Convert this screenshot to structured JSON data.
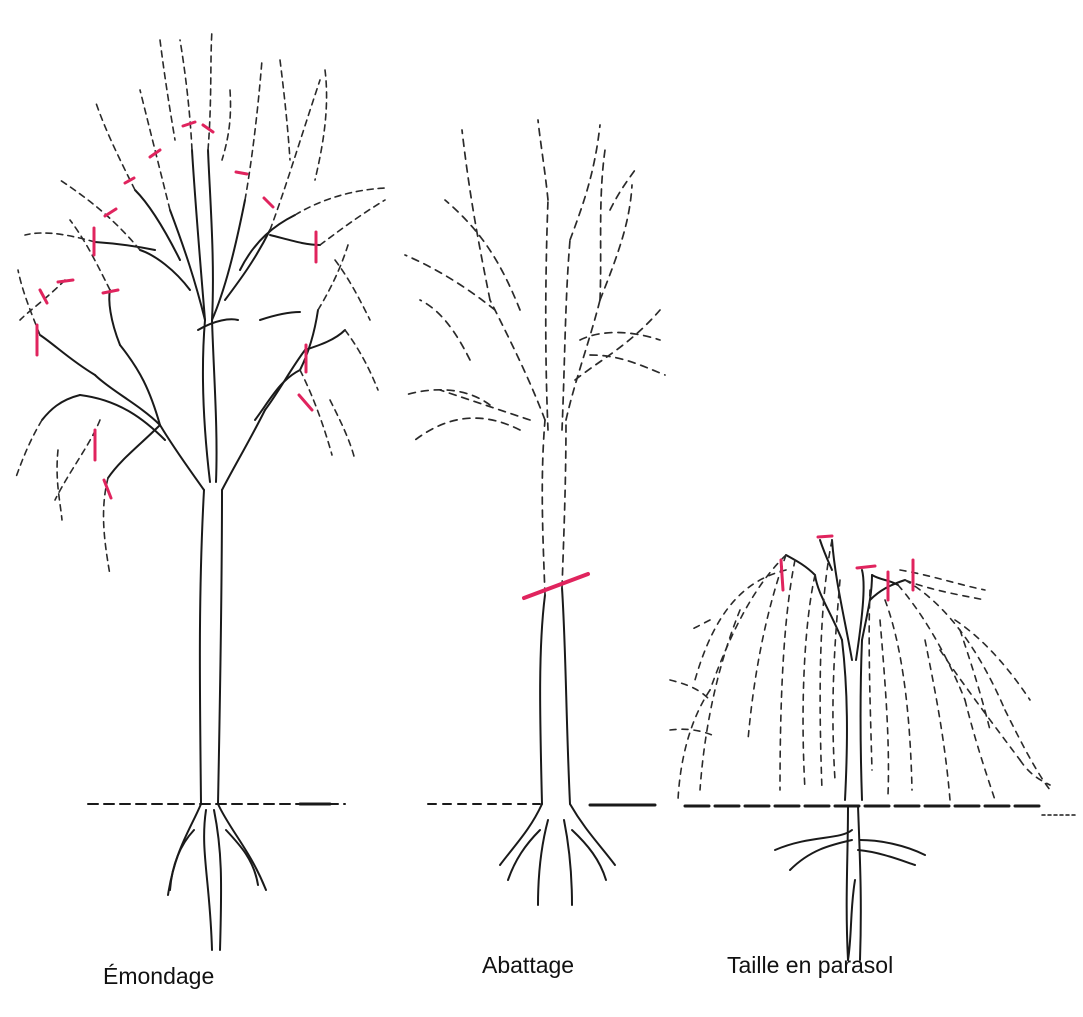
{
  "labels": {
    "emondage": "Émondage",
    "abattage": "Abattage",
    "parasol": "Taille en parasol"
  },
  "colors": {
    "line": "#1a1a1a",
    "dashed": "#2a2a2a",
    "cut": "#e0245e",
    "background": "#ffffff"
  },
  "drawing_style": "line-art, solid = kept wood, dashed = removed wood, red ticks = cut marks"
}
